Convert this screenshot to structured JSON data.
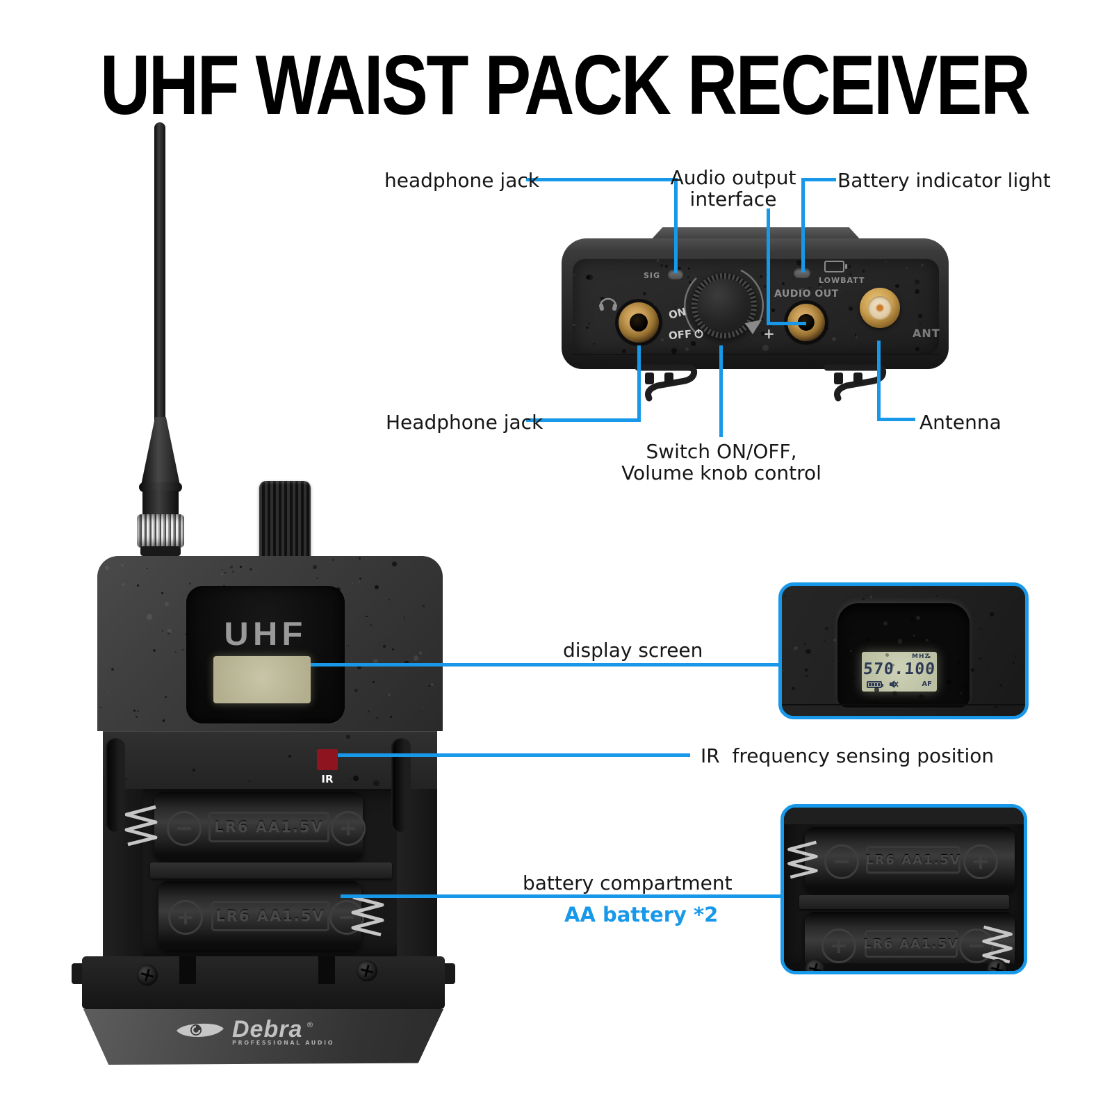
{
  "accent_color": "#1798e9",
  "title": "UHF WAIST PACK RECEIVER",
  "top_view": {
    "panel": {
      "sig": "SIG",
      "lowbatt": "LOWBATT",
      "audio_out": "AUDIO OUT",
      "ant": "ANT",
      "on": "ON",
      "off": "OFF",
      "plus": "+"
    },
    "callouts": {
      "headphone_jack_top": "headphone jack",
      "audio_output_line1": "Audio output",
      "audio_output_line2": "interface",
      "battery_indicator": "Battery indicator light",
      "headphone_jack_bottom": "Headphone jack",
      "switch_line1": "Switch ON/OFF,",
      "switch_line2": "Volume knob control",
      "antenna": "Antenna"
    }
  },
  "front_view": {
    "model_label": "UHF",
    "ir_label": "IR",
    "battery_marking": "LR6 AA1.5V",
    "logo_name": "Debra",
    "logo_reg": "®",
    "logo_tagline": "PROFESSIONAL AUDIO"
  },
  "display": {
    "frequency": "570.100",
    "unit": "MHZ",
    "af_label": "AF"
  },
  "callouts": {
    "display_screen": "display screen",
    "ir_position": "IR  frequency sensing position",
    "battery_compartment": "battery compartment",
    "battery_type": "AA battery *2"
  }
}
